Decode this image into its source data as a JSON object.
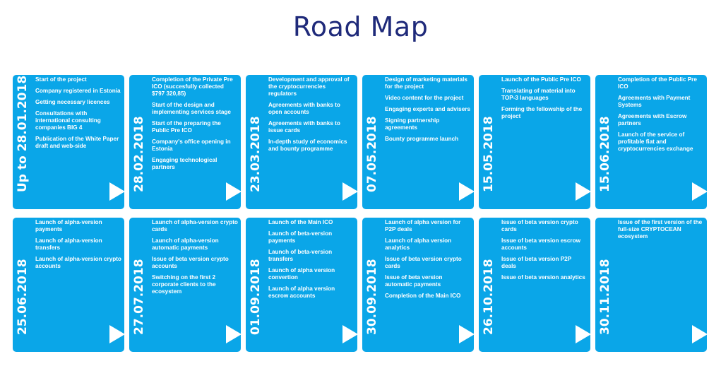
{
  "title": "Road Map",
  "milestones": [
    {
      "date": "Up to 28.01.2018",
      "items": [
        "Start of the project",
        "Company registered  in Estonia",
        "Getting necessary licences",
        "Consultations with international consulting companies BIG 4",
        "Publication of the White Paper draft and web-side"
      ]
    },
    {
      "date": "28.02.2018",
      "items": [
        "Completion of the Private Pre ICO (succesfully collected $797 320,85)",
        "Start of the design and implementing services stage",
        "Start of the preparing the Public Pre ICO",
        "Company's office opening in Estonia",
        "Engaging technological partners"
      ]
    },
    {
      "date": "23.03.2018",
      "items": [
        "Development and approval of the cryptocurrencies regulators",
        "Agreements with banks to open accounts",
        "Agreements with banks to issue cards",
        "In-depth study of economics and bounty programme"
      ]
    },
    {
      "date": "07.05.2018",
      "items": [
        "Design of marketing materials for the project",
        "Video content for the project",
        "Engaging experts and advisers",
        "Signing partnership agreements",
        "Bounty programme launch"
      ]
    },
    {
      "date": "15.05.2018",
      "items": [
        "Launch of the Public Pre ICO",
        "Translating of material into TOP-3 languages",
        "Forming the fellowship of the project"
      ]
    },
    {
      "date": "15.06.2018",
      "items": [
        "Completion of the Public Pre ICO",
        "Agreements with Payment Systems",
        "Agreements with Escrow partners",
        "Launch of the service of profitable fiat and cryptocurrencies  exchange"
      ]
    },
    {
      "date": "25.06.2018",
      "items": [
        "Launch of alpha-version payments",
        "Launch of alpha-version transfers",
        "Launch of alpha-version crypto accounts"
      ]
    },
    {
      "date": "27.07.2018",
      "items": [
        "Launch of alpha-version crypto cards",
        "Launch of alpha-version automatic payments",
        "Issue of beta version crypto accounts",
        "Switching on the first 2 corporate clients to the ecosystem"
      ]
    },
    {
      "date": "01.09.2018",
      "items": [
        "Launch of the Main ICO",
        "Launch of beta-version payments",
        "Launch of beta-version transfers",
        "Launch of alpha version convertion",
        "Launch of alpha version escrow accounts"
      ]
    },
    {
      "date": "30.09.2018",
      "items": [
        "Launch of alpha version for P2P deals",
        "Launch of alpha version analytics",
        "Issue of beta version crypto cards",
        "Issue of beta version automatic payments",
        "Completion of the Main ICO"
      ]
    },
    {
      "date": "26.10.2018",
      "items": [
        "Issue of beta version crypto cards",
        "Issue of beta version escrow accounts",
        "Issue of beta version P2P deals",
        "Issue of beta version analytics"
      ]
    },
    {
      "date": "30.11.2018",
      "items": [
        "Issue of the first version of the full-size CRYPTOCEAN ecosystem"
      ]
    }
  ],
  "colors": {
    "card": "#0aa6e8",
    "title": "#1f2a7a"
  }
}
